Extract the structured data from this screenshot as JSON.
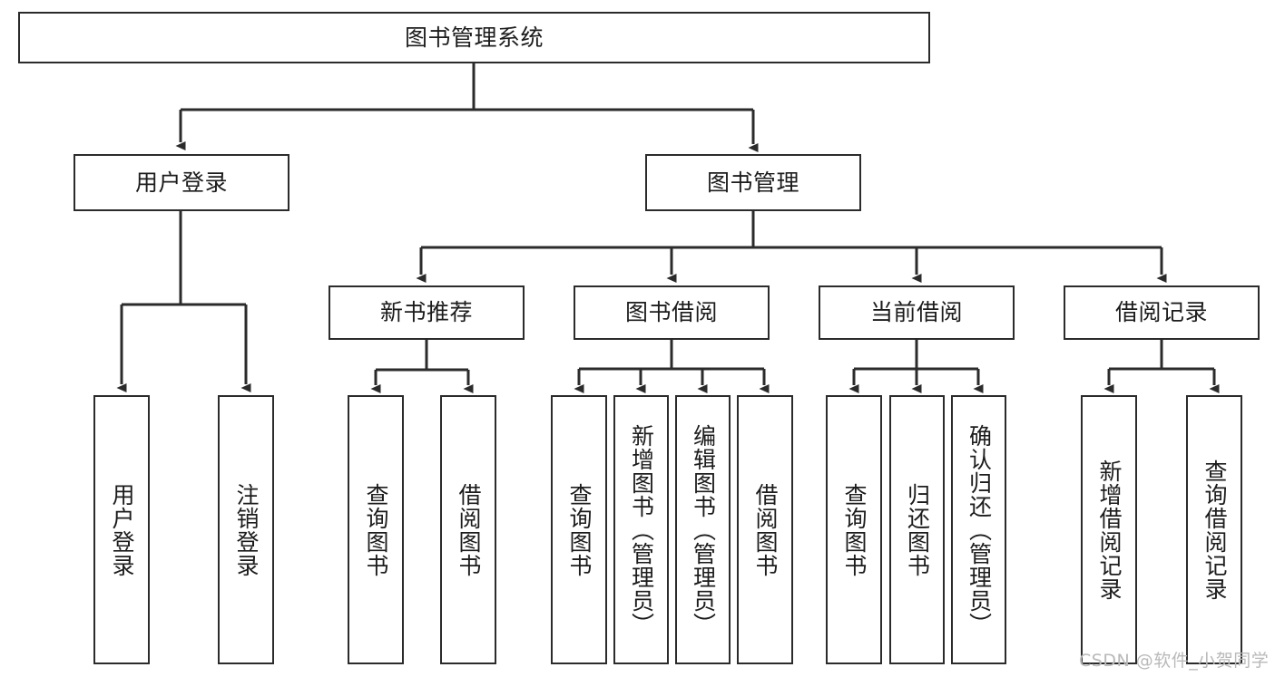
{
  "diagram": {
    "title_node": {
      "label": "图书管理系统"
    },
    "level2": [
      {
        "id": "user-login",
        "label": "用户登录"
      },
      {
        "id": "book-management",
        "label": "图书管理"
      }
    ],
    "level3": [
      {
        "id": "new-book-recommend",
        "label": "新书推荐"
      },
      {
        "id": "book-borrow",
        "label": "图书借阅"
      },
      {
        "id": "current-borrow",
        "label": "当前借阅"
      },
      {
        "id": "borrow-record",
        "label": "借阅记录"
      }
    ],
    "leaves": [
      {
        "id": "user-login-leaf",
        "label": "用户登录"
      },
      {
        "id": "logout-leaf",
        "label": "注销登录"
      },
      {
        "id": "query-book-1",
        "label": "查询图书"
      },
      {
        "id": "borrow-book-1",
        "label": "借阅图书"
      },
      {
        "id": "query-book-2",
        "label": "查询图书"
      },
      {
        "id": "add-book-admin",
        "label": "新增图书（管理员）"
      },
      {
        "id": "edit-book-admin",
        "label": "编辑图书（管理员）"
      },
      {
        "id": "borrow-book-2",
        "label": "借阅图书"
      },
      {
        "id": "query-book-3",
        "label": "查询图书"
      },
      {
        "id": "return-book",
        "label": "归还图书"
      },
      {
        "id": "confirm-return-admin",
        "label": "确认归还（管理员）"
      },
      {
        "id": "add-borrow-record",
        "label": "新增借阅记录"
      },
      {
        "id": "query-borrow-record",
        "label": "查询借阅记录"
      }
    ],
    "watermark": "CSDN @软件_小贺同学",
    "colors": {
      "stroke": "#2b2b2b",
      "fill": "#ffffff",
      "text": "#1c1c1c",
      "watermark": "#b9b9b9"
    }
  }
}
